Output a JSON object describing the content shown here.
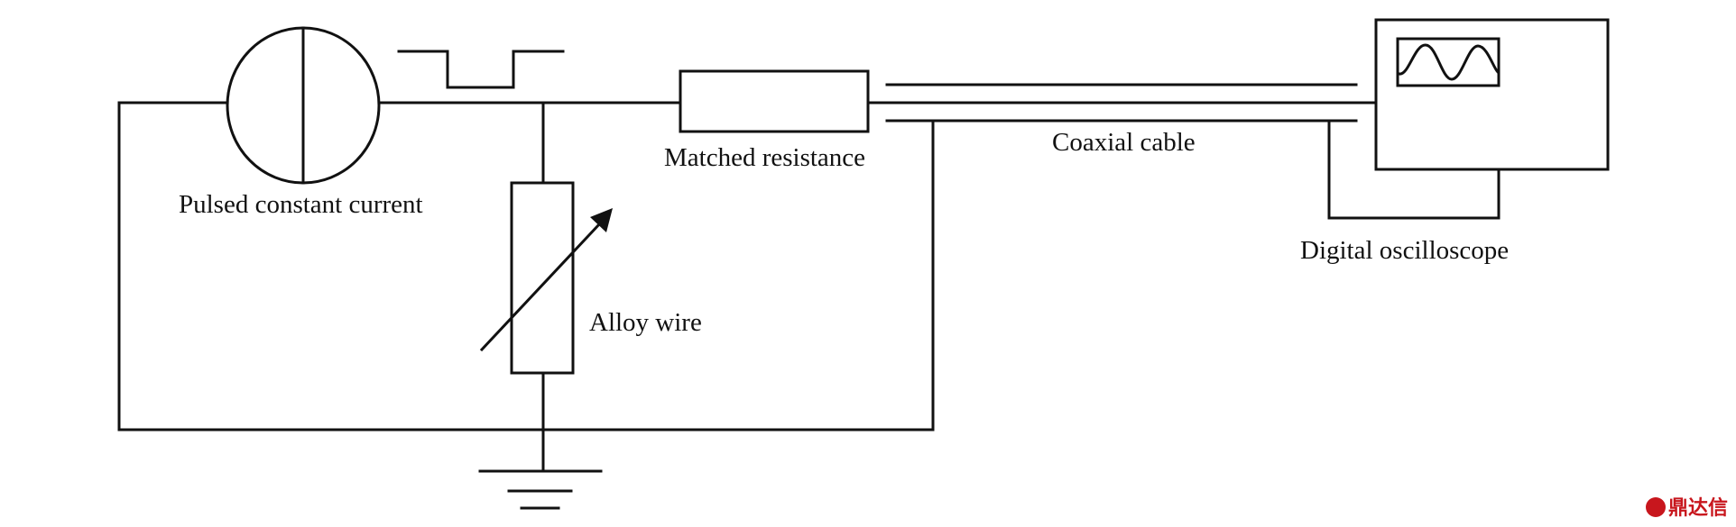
{
  "labels": {
    "pulsed_source": "Pulsed constant current",
    "matched_resistance": "Matched resistance",
    "coaxial_cable": "Coaxial cable",
    "digital_oscilloscope": "Digital oscilloscope",
    "alloy_wire": "Alloy wire"
  },
  "watermark": {
    "text": "鼎达信",
    "color": "#c8161d"
  },
  "colors": {
    "line": "#111111",
    "background": "#ffffff"
  }
}
